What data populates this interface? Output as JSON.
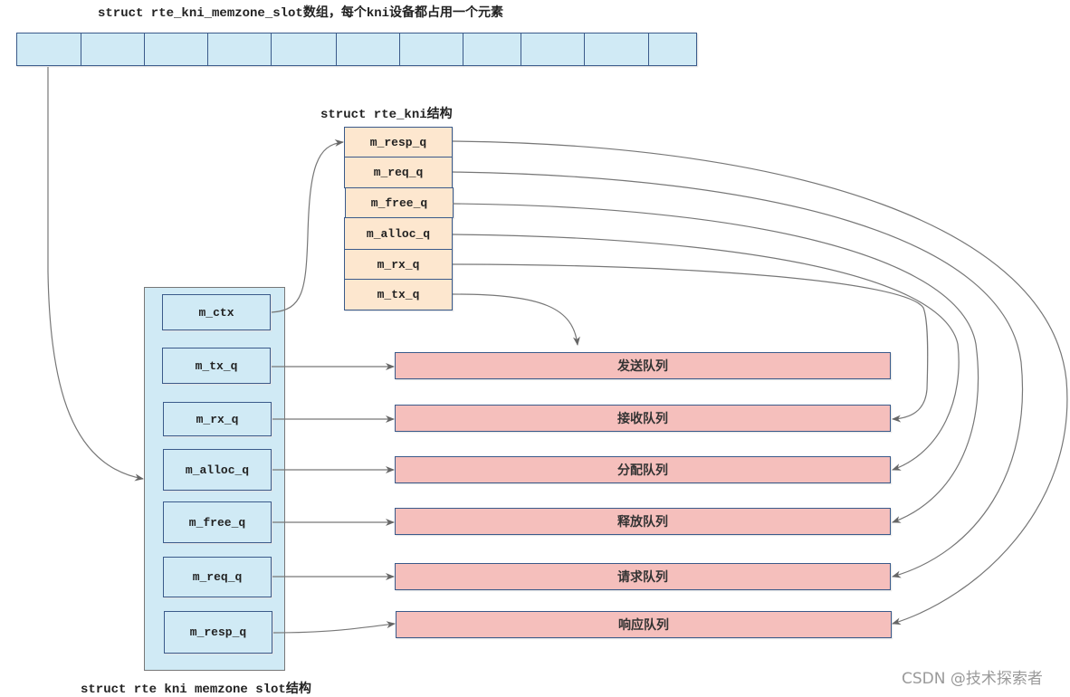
{
  "titles": {
    "array": "struct rte_kni_memzone_slot数组，每个kni设备都占用一个元素",
    "rte_kni": "struct rte_kni结构",
    "slot": "struct rte kni memzone slot结构"
  },
  "array": {
    "cell_count": 11
  },
  "rte_kni_fields": [
    "m_resp_q",
    "m_req_q",
    "m_free_q",
    "m_alloc_q",
    "m_rx_q",
    "m_tx_q"
  ],
  "slot_fields": [
    "m_ctx",
    "m_tx_q",
    "m_rx_q",
    "m_alloc_q",
    "m_free_q",
    "m_req_q",
    "m_resp_q"
  ],
  "queues": [
    "发送队列",
    "接收队列",
    "分配队列",
    "释放队列",
    "请求队列",
    "响应队列"
  ],
  "colors": {
    "array_cell": "#d0eaf5",
    "rte_kni_field": "#fde7cf",
    "queue": "#f5bfbc",
    "border": "#3a5a8a",
    "arrow": "#666666"
  },
  "watermark": "CSDN @技术探索者"
}
